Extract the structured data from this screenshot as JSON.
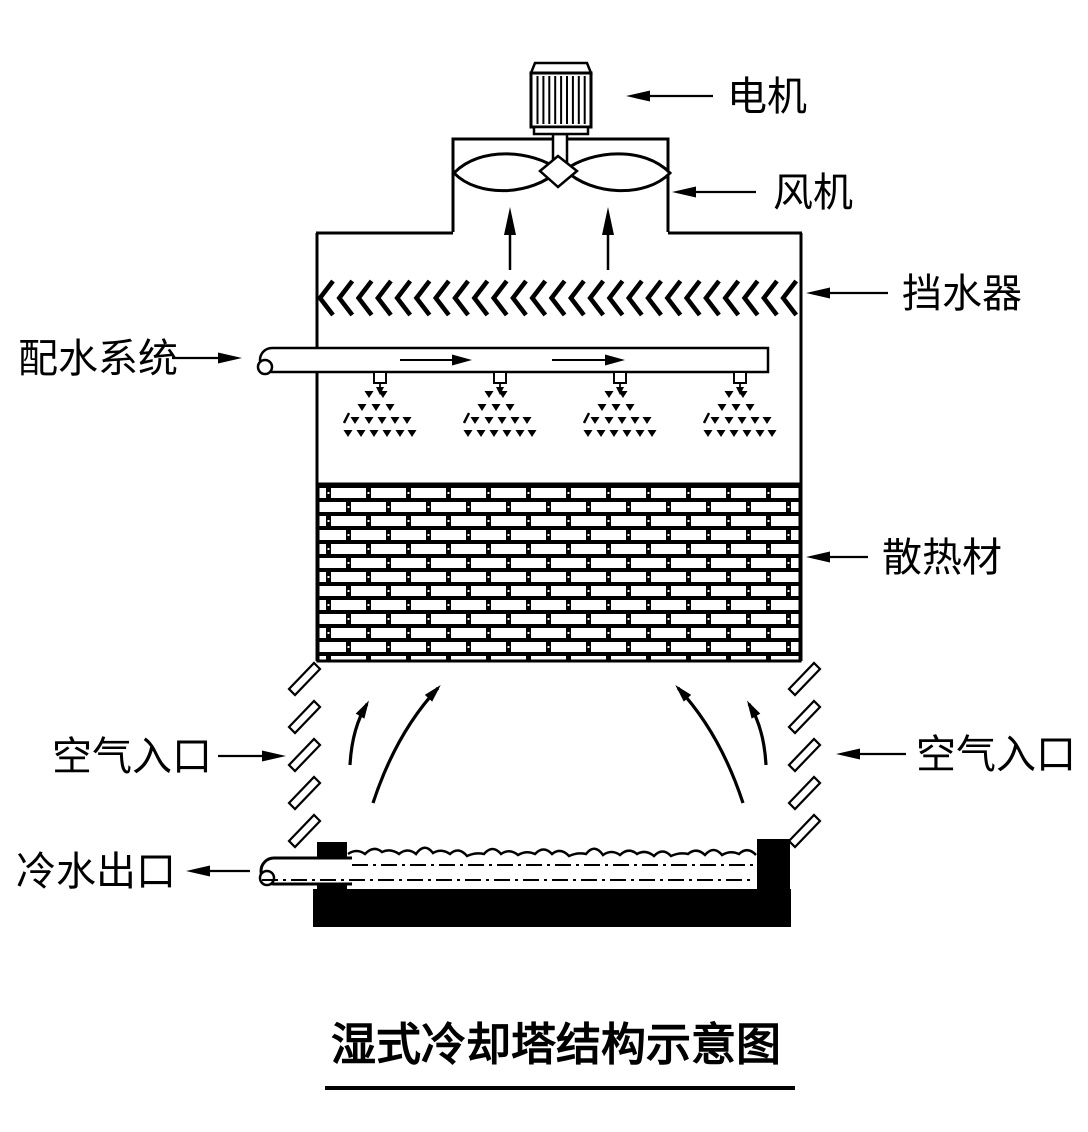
{
  "title": {
    "text": "湿式冷却塔结构示意图"
  },
  "labels": {
    "motor": "电机",
    "fan": "风机",
    "drift_eliminator": "挡水器",
    "water_distribution": "配水系统",
    "fill_material": "散热材",
    "air_inlet_left": "空气入口",
    "air_inlet_right": "空气入口",
    "cold_water_outlet": "冷水出口"
  },
  "colors": {
    "line": "#000000",
    "background": "#ffffff"
  }
}
